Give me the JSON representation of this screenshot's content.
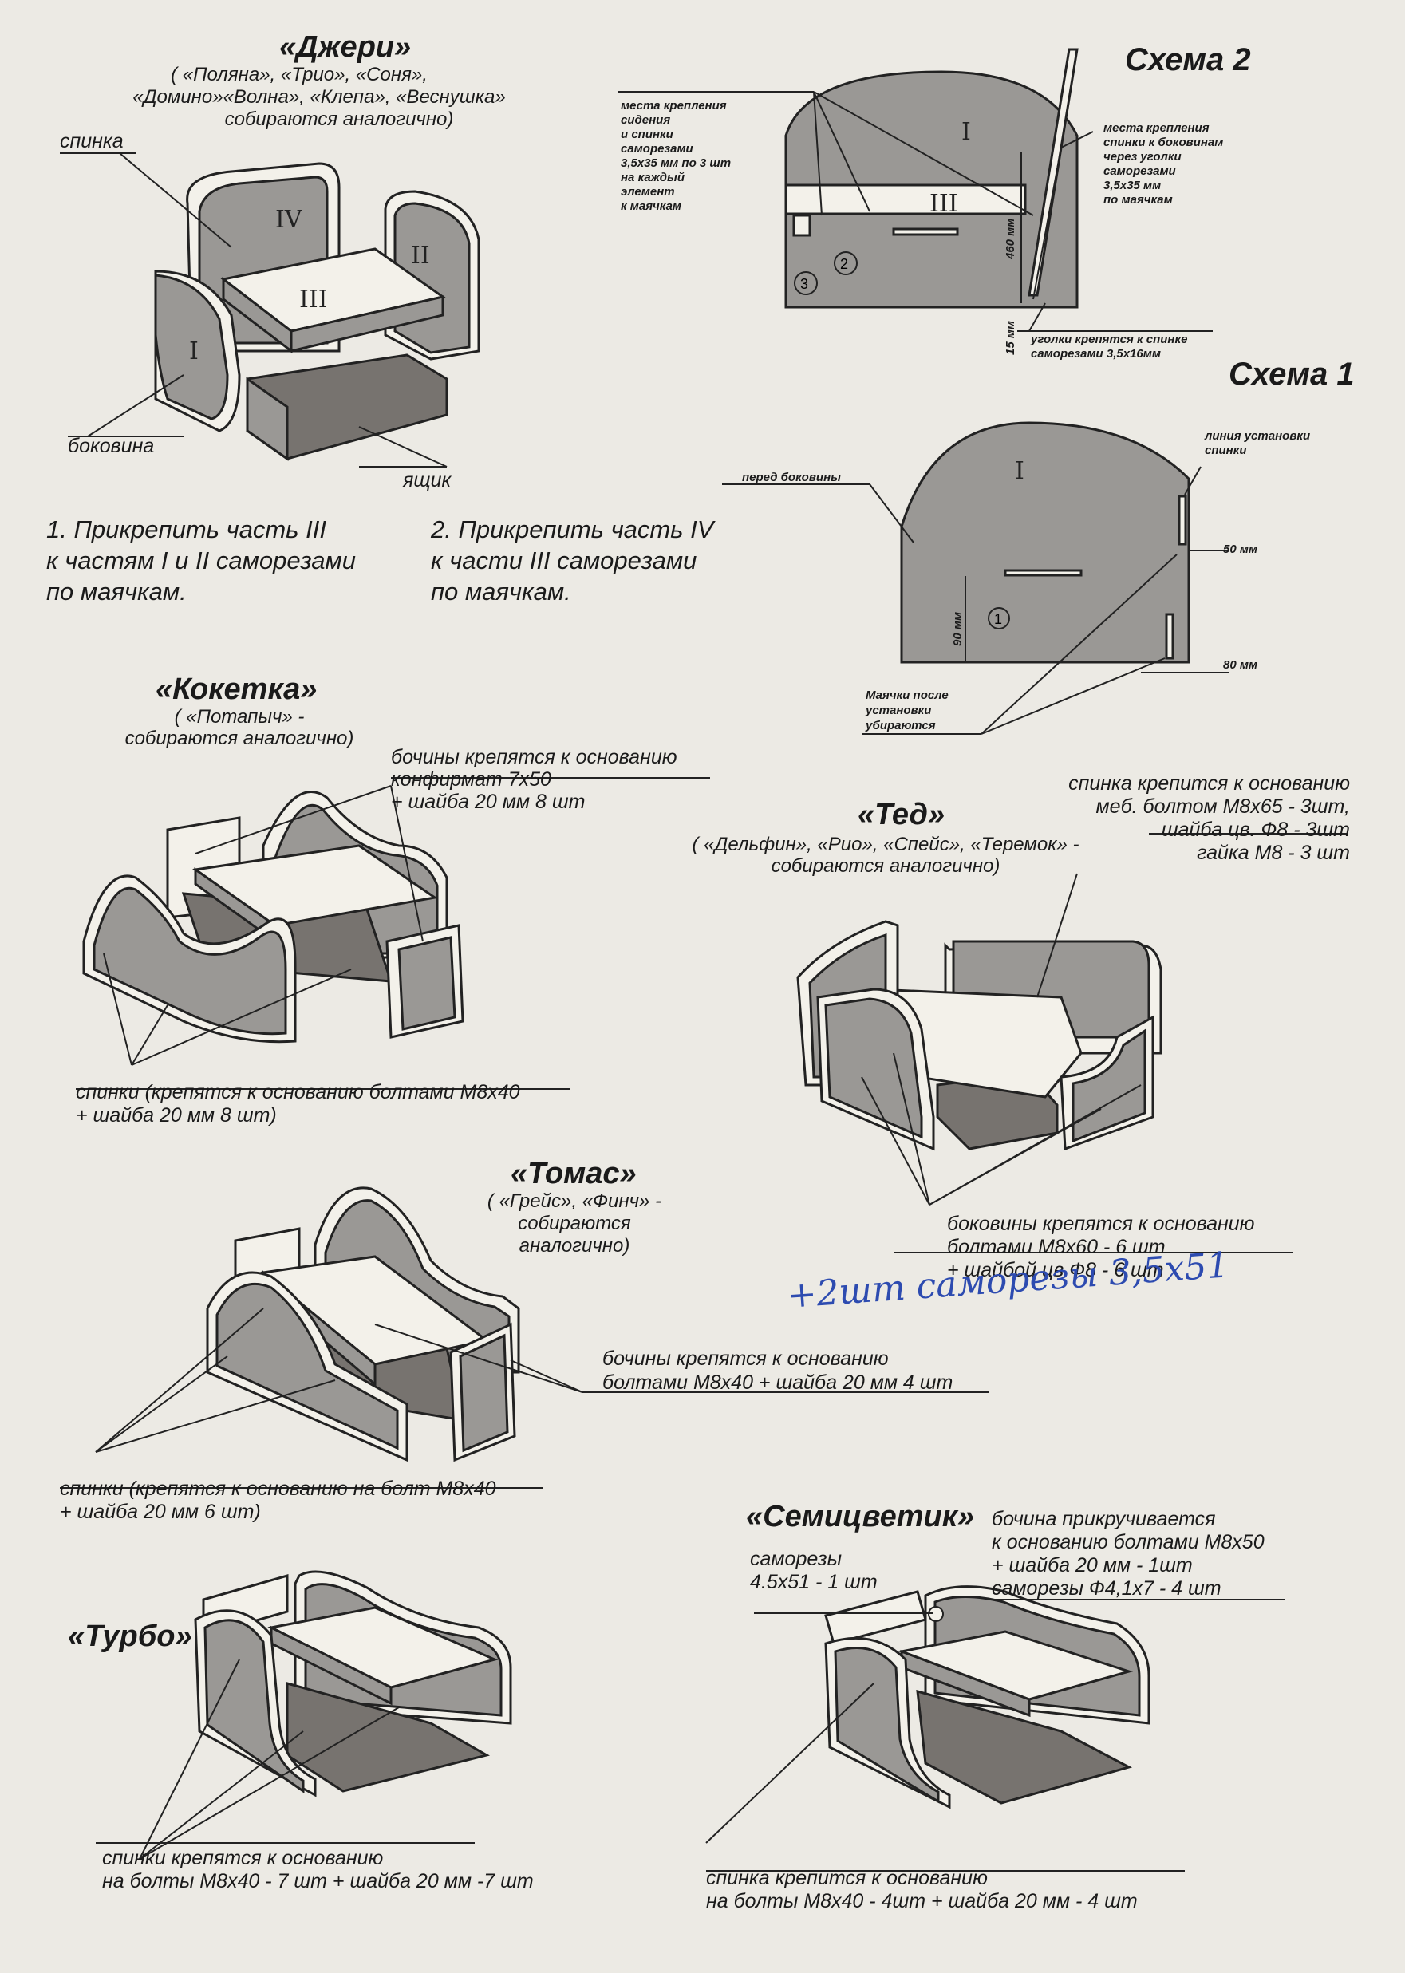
{
  "dzheri": {
    "title": "«Джери»",
    "analogs": [
      "( «Поляна», «Трио», «Соня»,",
      "«Домино»«Волна», «Клепа», «Веснушка»",
      "собираются аналогично)"
    ],
    "label_back": "спинка",
    "label_side": "боковина",
    "label_drawer": "ящик",
    "step1": [
      "1. Прикрепить часть III",
      "к частям I и II саморезами",
      "по маячкам."
    ],
    "step2": [
      "2. Прикрепить часть IV",
      "к части III саморезами",
      "по маячкам."
    ]
  },
  "scheme2": {
    "title": "Схема 2",
    "note_left": [
      "места крепления",
      "сидения",
      "и спинки",
      "саморезами",
      "3,5х35 мм по 3 шт",
      "на каждый",
      "элемент",
      "к маячкам"
    ],
    "note_right": [
      "места крепления",
      "спинки к боковинам",
      "через уголки",
      "саморезами",
      "3,5х35 мм",
      "по маячкам"
    ],
    "dim_vertical": "460 мм",
    "dim_small": "15 мм",
    "note_bottom": [
      "уголки крепятся к спинке",
      "саморезами 3,5х16мм"
    ]
  },
  "scheme1": {
    "title": "Схема 1",
    "note_front": "перед боковины",
    "note_line": [
      "линия установки",
      "спинки"
    ],
    "dim_50": "50 мм",
    "dim_90": "90 мм",
    "dim_80": "80 мм",
    "note_markers": [
      "Маячки после",
      "установки",
      "убираются"
    ]
  },
  "koketka": {
    "title": "«Кокетка»",
    "analogs": [
      "( «Потапыч» -",
      "собираются аналогично)"
    ],
    "note_top": [
      "бочины крепятся к основанию",
      "конфирмат 7х50",
      "+ шайба 20 мм 8 шт"
    ],
    "note_bottom": [
      "спинки (крепятся к основанию болтами М8х40",
      "+ шайба 20 мм 8 шт)"
    ]
  },
  "ted": {
    "title": "«Тед»",
    "analogs": [
      "( «Дельфин», «Рио», «Спейс», «Теремок» -",
      "собираются аналогично)"
    ],
    "note_top": [
      "спинка крепится к основанию",
      "меб. болтом М8х65 - 3шт,",
      "шайба цв. Ф8 - 3шт",
      "гайка М8 - 3 шт"
    ],
    "note_bottom": [
      "боковины крепятся к основанию",
      "болтами М8х60 - 6 шт",
      "+ шайбой цв Ф8 - 6 шт"
    ]
  },
  "handwritten": "+2шт саморезы 3,5х51",
  "tomas": {
    "title": "«Томас»",
    "analogs": [
      "( «Грейс», «Финч» -",
      "собираются",
      "аналогично)"
    ],
    "note_right": [
      "бочины крепятся к основанию",
      "болтами М8х40 + шайба 20 мм 4 шт"
    ],
    "note_bottom": [
      "спинки (крепятся к основанию на болт М8х40",
      "+ шайба 20 мм 6 шт)"
    ]
  },
  "turbo": {
    "title": "«Турбо»",
    "note_bottom": [
      "спинки крепятся к основанию",
      "на болты М8х40 - 7 шт + шайба 20 мм -7 шт"
    ]
  },
  "semitsvetik": {
    "title": "«Семицветик»",
    "note_screws": [
      "саморезы",
      "4.5х51 - 1 шт"
    ],
    "note_right": [
      "бочина прикручивается",
      "к основанию болтами М8х50",
      "+ шайба 20 мм - 1шт",
      "саморезы Ф4,1х7 - 4 шт"
    ],
    "note_bottom": [
      "спинка крепится к основанию",
      "на болты М8х40 - 4шт + шайба 20 мм - 4 шт"
    ]
  },
  "colors": {
    "panel": "#9a9895",
    "panel_light": "#f4f2ec",
    "ink": "#1a1a1a",
    "hand": "#2d4bb0"
  }
}
